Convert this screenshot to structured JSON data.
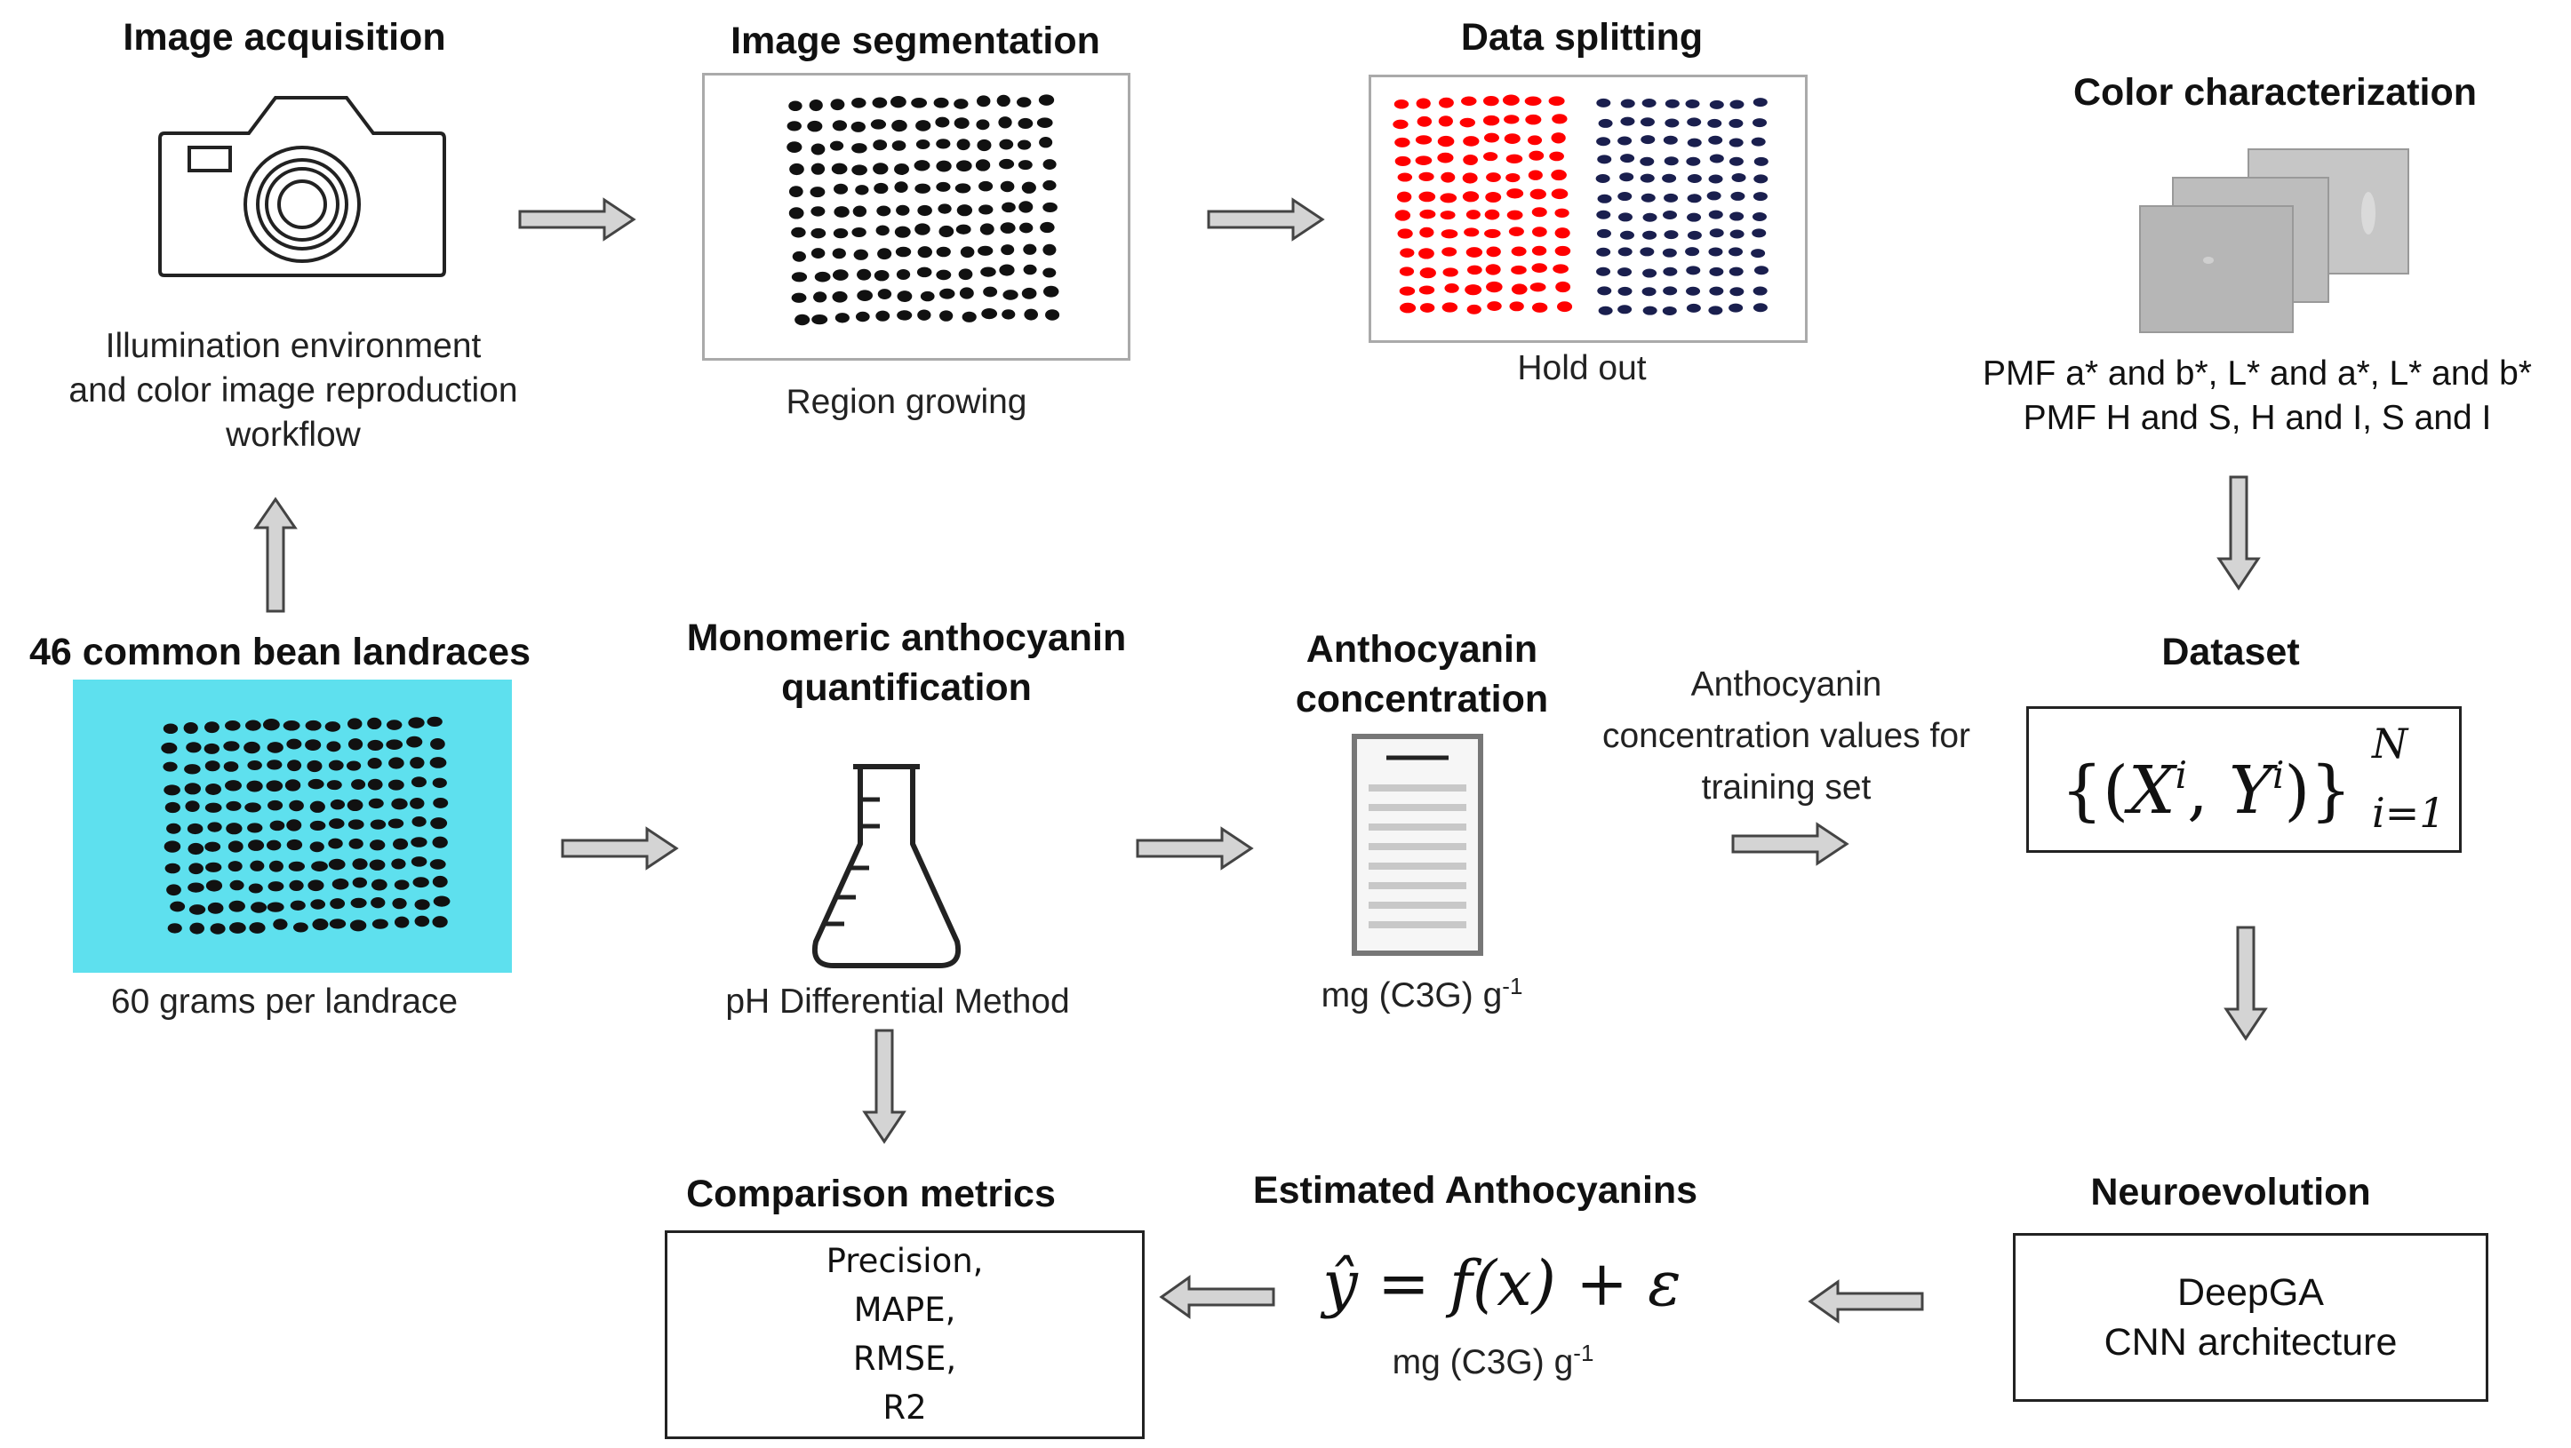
{
  "steps": {
    "acquisition": {
      "title": "Image acquisition",
      "caption_lines": [
        "Illumination environment",
        "and color image reproduction",
        "workflow"
      ]
    },
    "segmentation": {
      "title": "Image segmentation",
      "caption": "Region growing"
    },
    "splitting": {
      "title": "Data splitting",
      "caption": "Hold out"
    },
    "color": {
      "title": "Color characterization",
      "caption_lines": [
        "PMF a* and b*, L* and a*, L* and b*",
        "PMF H and S, H and I, S and I"
      ]
    },
    "landraces": {
      "title": "46 common bean landraces",
      "caption": "60 grams per landrace"
    },
    "monomeric": {
      "title_lines": [
        "Monomeric anthocyanin",
        "quantification"
      ],
      "caption": "pH Differential Method"
    },
    "concentration": {
      "title_lines": [
        "Anthocyanin",
        "concentration"
      ],
      "unit_prefix": "mg (C3G) g",
      "unit_sup": "-1"
    },
    "training_note": {
      "lines": [
        "Anthocyanin",
        "concentration values for",
        "training set"
      ]
    },
    "dataset": {
      "title": "Dataset",
      "formula_body": "{(X",
      "formula_sup_i": "i",
      "formula_mid": ", Y",
      "formula_close": ")}",
      "formula_sup_N": "N",
      "formula_sub": "i=1"
    },
    "neuroevolution": {
      "title": "Neuroevolution",
      "lines": [
        "DeepGA",
        "CNN architecture"
      ]
    },
    "estimated": {
      "title": "Estimated Anthocyanins",
      "formula": "ŷ = f(x) + ε",
      "unit_prefix": "mg (C3G) g",
      "unit_sup": "-1"
    },
    "metrics": {
      "title": "Comparison metrics",
      "lines": [
        "Precision,",
        "MAPE,",
        "RMSE,",
        "R2"
      ]
    }
  },
  "colors": {
    "arrow_fill": "#d4d4d4",
    "arrow_stroke": "#444444",
    "train_color": "#ff0000",
    "test_color": "#1a1f4e",
    "bean_bg": "#5ee0ee",
    "bean_color": "#111111"
  }
}
